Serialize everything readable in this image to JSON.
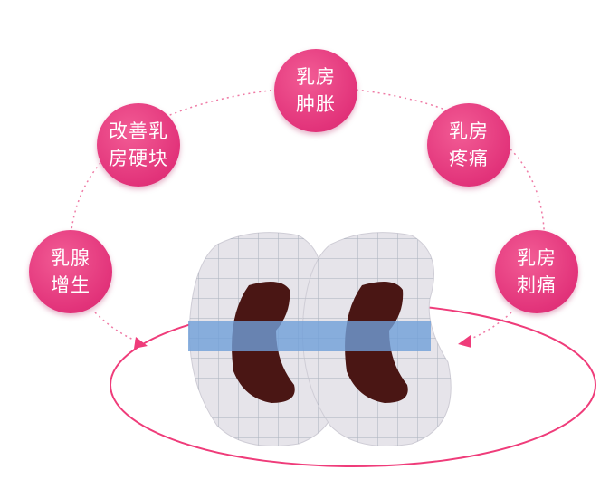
{
  "colors": {
    "accent": "#e2337a",
    "ring": "#ef3c7a",
    "tape": "#6f9fd8",
    "pad": "#4a1614"
  },
  "bubbles": [
    {
      "line1": "乳房",
      "line2": "肿胀"
    },
    {
      "line1": "改善乳",
      "line2": "房硬块"
    },
    {
      "line1": "乳房",
      "line2": "疼痛"
    },
    {
      "line1": "乳腺",
      "line2": "增生"
    },
    {
      "line1": "乳房",
      "line2": "刺痛"
    }
  ]
}
